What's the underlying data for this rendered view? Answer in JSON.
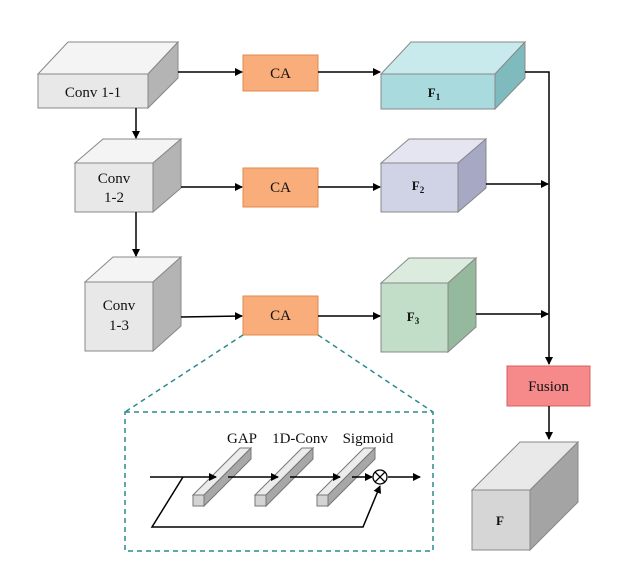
{
  "blocks": {
    "conv11": "Conv 1-1",
    "conv12_line1": "Conv",
    "conv12_line2": "1-2",
    "conv13_line1": "Conv",
    "conv13_line2": "1-3",
    "ca": "CA",
    "fusion": "Fusion",
    "f_letter": "F",
    "f1_sub": "1",
    "f2_sub": "2",
    "f3_sub": "3",
    "output": "F"
  },
  "detail": {
    "gap": "GAP",
    "conv1d": "1D-Conv",
    "sigmoid": "Sigmoid"
  },
  "colors": {
    "conv_front": "#e8e8e8",
    "conv_top": "#f4f4f4",
    "conv_side": "#b4b4b4",
    "ca": "#f8ad7a",
    "ca_border": "#e08a4a",
    "f1_front": "#a9dadd",
    "f1_top": "#c9eaec",
    "f1_side": "#7fbabe",
    "f2_front": "#d0d2e6",
    "f2_top": "#e4e5f1",
    "f2_side": "#a6a8c4",
    "f3_front": "#c3dec8",
    "f3_top": "#dbecdf",
    "f3_side": "#95b99c",
    "fusion": "#f6898a",
    "fusion_border": "#d86060",
    "out_front": "#d6d6d6",
    "out_top": "#e9e9e9",
    "out_side": "#a4a4a4",
    "dashed": "#2f8a8a"
  }
}
